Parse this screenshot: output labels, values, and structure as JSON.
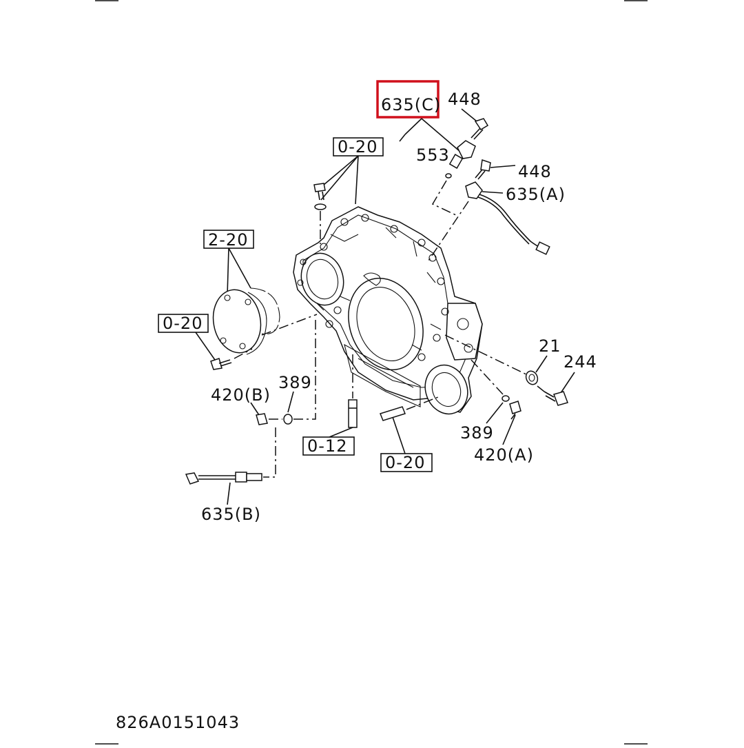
{
  "diagram": {
    "callouts": {
      "sensor_c": "635(C)",
      "bolt_top": "448",
      "oring": "553",
      "bolt_mid": "448",
      "sensor_a": "635(A)",
      "ref_top": "0-20",
      "ref_cover": "2-20",
      "ref_left": "0-20",
      "washer_left": "389",
      "plug_b": "420(B)",
      "ref_stud": "0-12",
      "ref_bottom": "0-20",
      "sensor_b": "635(B)",
      "gasket": "21",
      "bolt_right": "244",
      "washer_right": "389",
      "plug_a": "420(A)"
    },
    "highlight_color": "#d0101c",
    "drawing_number": "826A0151043"
  }
}
